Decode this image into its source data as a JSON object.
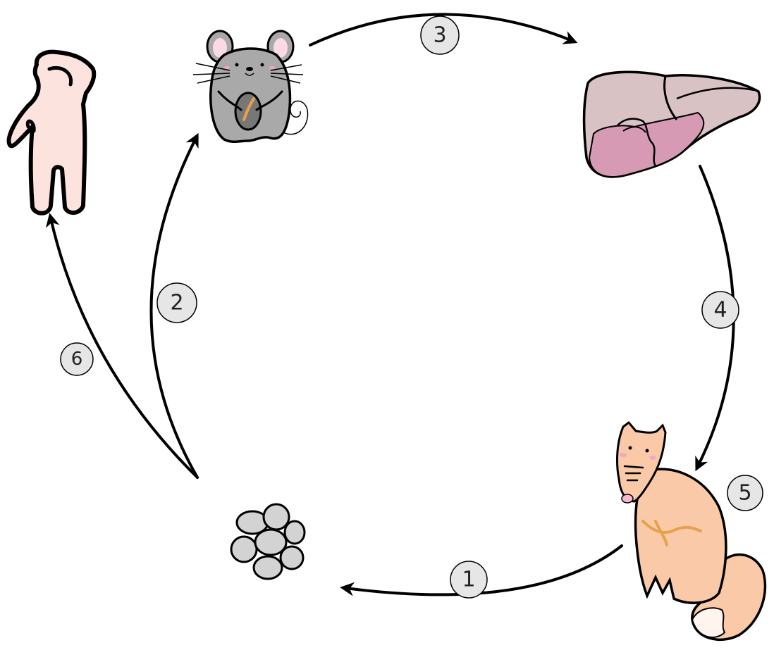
{
  "diagram": {
    "type": "life-cycle",
    "nodes": [
      {
        "id": "eggs",
        "icon": "egg-cluster-icon"
      },
      {
        "id": "rodent",
        "icon": "mouse-icon"
      },
      {
        "id": "liver",
        "icon": "liver-icon"
      },
      {
        "id": "fox",
        "icon": "fox-icon"
      },
      {
        "id": "human",
        "icon": "human-icon"
      }
    ],
    "steps": [
      {
        "label": "1",
        "from": "fox",
        "to": "eggs"
      },
      {
        "label": "2",
        "from": "eggs",
        "to": "rodent"
      },
      {
        "label": "3",
        "from": "rodent",
        "to": "liver"
      },
      {
        "label": "4",
        "from": "liver",
        "to": "fox"
      },
      {
        "label": "5",
        "at": "fox"
      },
      {
        "label": "6",
        "from": "eggs",
        "to": "human"
      }
    ],
    "colors": {
      "stroke": "#000000",
      "badge_fill": "#e6e6e6",
      "rodent_body": "#a9a9a9",
      "human_skin": "#fde3de",
      "fox_fur": "#f9c9a8",
      "liver_light": "#d9c2c3",
      "liver_dark": "#d69ab4",
      "egg_fill": "#d3d3d3",
      "worm": "#e8a14a"
    }
  }
}
